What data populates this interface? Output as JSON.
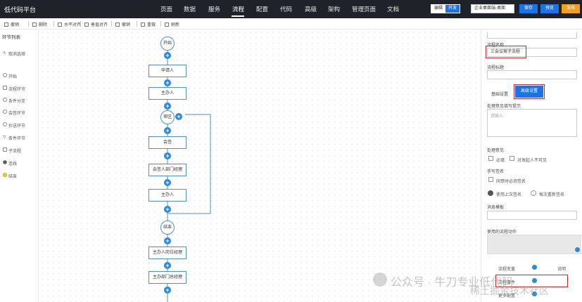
{
  "app": {
    "title": "低代码平台"
  },
  "nav": [
    "页面",
    "数据",
    "服务",
    "流程",
    "配置",
    "代码",
    "高级",
    "架构",
    "管理页面",
    "文档"
  ],
  "topbar": {
    "toggle_left": "编辑",
    "toggle_right": "开发",
    "select_value": "企业桌面端-桌面",
    "save": "保存",
    "preview": "预览",
    "publish": "发布"
  },
  "toolbar": {
    "items": [
      "撤销",
      "删除",
      "水平对齐",
      "垂直对齐",
      "撤销",
      "重做",
      "刷新"
    ]
  },
  "left_panel": {
    "title": "环节列表",
    "items": [
      "取消选择",
      "开始",
      "流程环节",
      "条件分支",
      "会签环节",
      "抄送环节",
      "条件环节",
      "子流程",
      "连线",
      "结束"
    ]
  },
  "flow": {
    "nodes": {
      "start": "开始",
      "applicant": "申请人",
      "handler": "主办人",
      "review": "审区",
      "countersign": "会签",
      "dept_manager": "会签人部门经理",
      "handler2": "主办人",
      "end_branch": "结束",
      "post_manager": "主办人岗位经理",
      "dept_manager2": "主办部门总经理"
    }
  },
  "right_panel": {
    "process_name_label": "流程名称",
    "process_name_value": "三会议案子流程",
    "process_title_label": "流程标题",
    "tab_basic": "基础设置",
    "tab_advanced": "高级设置",
    "opinion_label": "处理意见填写提示",
    "opinion_placeholder": "请输入",
    "opinion_required_label": "处理意见",
    "required": "必填",
    "not_visible": "对发起人不可见",
    "signature_label": "手写签名",
    "agree_sign": "同意时必须签名",
    "use_last_sign": "使用上次签名",
    "resign_each": "每次重新签名",
    "msg_template_label": "消息模板",
    "custom_action_label": "使用的流程动作",
    "vars_label": "流程变量",
    "vars_hint": "说明",
    "events_label": "流程事件",
    "more_label": "更多配置"
  },
  "watermark": {
    "line1": "公众号 · 牛刀专业低代码",
    "line2": "稀土掘金技术社区"
  }
}
